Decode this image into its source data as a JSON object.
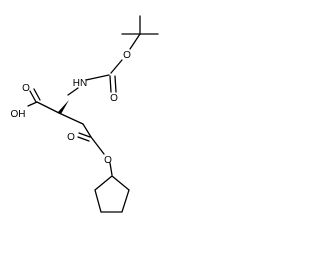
{
  "molecule": {
    "atom_labels": {
      "nh": "HN",
      "carbamate_o_single": "O",
      "carbamate_o_double": "O",
      "acid_oh": "OH",
      "acid_o_double": "O",
      "ester_o_double": "O",
      "ester_o_single": "O"
    }
  },
  "colors": {
    "bond": "#000000",
    "label": "#000000",
    "background": "#ffffff"
  }
}
